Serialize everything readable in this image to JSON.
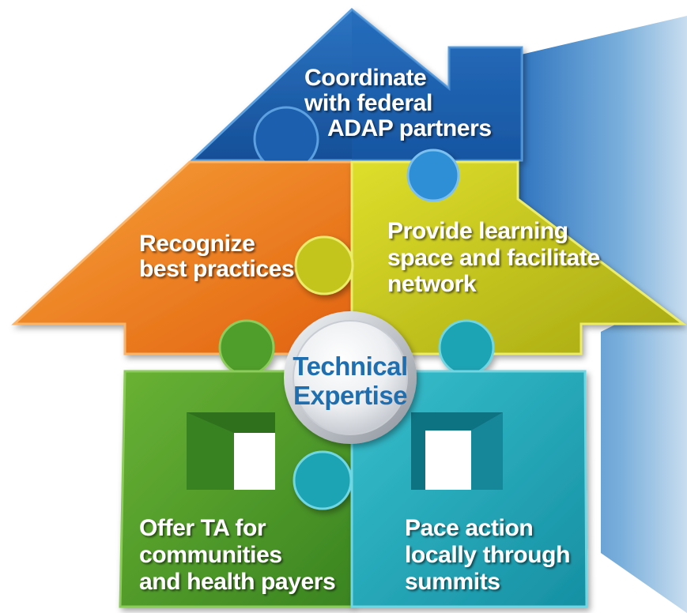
{
  "hub": {
    "line1": "Technical",
    "line2": "Expertise"
  },
  "pieces": {
    "roof": {
      "lines": [
        "Coordinate",
        "with federal",
        "ADAP partners"
      ]
    },
    "upper_left": {
      "lines": [
        "Recognize",
        "best practices"
      ]
    },
    "upper_right": {
      "lines": [
        "Provide learning",
        "space and facilitate",
        "network"
      ]
    },
    "lower_left": {
      "lines": [
        "Offer TA for",
        "communities",
        "and health payers"
      ]
    },
    "lower_right": {
      "lines": [
        "Pace action",
        "locally through",
        "summits"
      ]
    }
  },
  "colors": {
    "roof": "#1b5fae",
    "upper_left": "#ef7d1a",
    "upper_right": "#c3c41a",
    "lower_left": "#4f9d2a",
    "lower_right": "#1aa3b4",
    "hub_text": "#1f6fb0",
    "side_panel": "#5f9fd3"
  }
}
